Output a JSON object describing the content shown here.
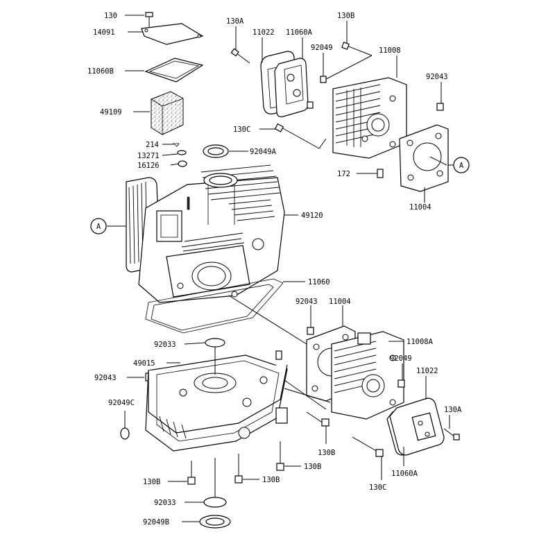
{
  "labels": {
    "l130": "130",
    "l14091": "14091",
    "l11060B": "11060B",
    "l49109": "49109",
    "l214": "214",
    "l13271": "13271",
    "l16126": "16126",
    "l130A_top": "130A",
    "l11022_top": "11022",
    "l11060A_top": "11060A",
    "l130B_top": "130B",
    "l92049_top": "92049",
    "l11008": "11008",
    "l92043_right": "92043",
    "l130C_top": "130C",
    "l92049A": "92049A",
    "l172": "172",
    "l11004_right": "11004",
    "l49120": "49120",
    "l11060": "11060",
    "l92043_mid": "92043",
    "l11004_mid": "11004",
    "l11008A": "11008A",
    "l92033_top": "92033",
    "l49015": "49015",
    "l92043_left": "92043",
    "l92049_mid": "92049",
    "l11022_mid": "11022",
    "l92049C": "92049C",
    "l130A_mid": "130A",
    "l130B_mid": "130B",
    "l130B_bl": "130B",
    "l130B_bc": "130B",
    "l130B_br": "130B",
    "l130C_bottom": "130C",
    "l11060A_bottom": "11060A",
    "l92033_bottom": "92033",
    "l92049B": "92049B",
    "refA_left": "A",
    "refA_right": "A"
  }
}
